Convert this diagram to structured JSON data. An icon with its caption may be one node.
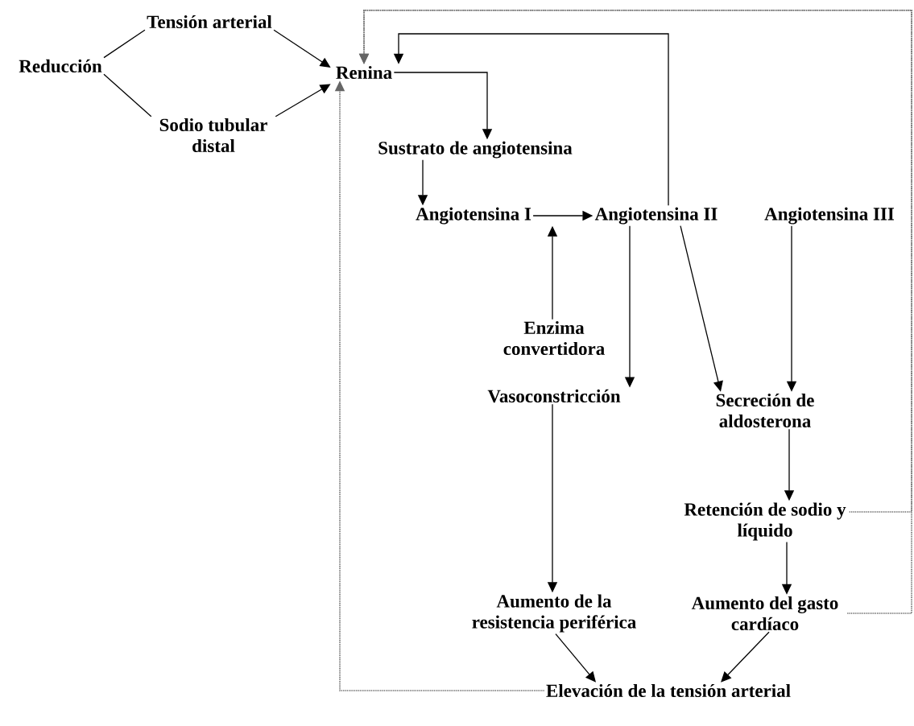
{
  "diagram": {
    "nodes": [
      {
        "text": [
          "Reducción"
        ]
      },
      {
        "text": [
          "Tensión arterial"
        ]
      },
      {
        "text": [
          "Sodio tubular distal"
        ]
      },
      {
        "text": [
          "Renina"
        ]
      },
      {
        "text": [
          "Sustrato de angiotensina"
        ]
      },
      {
        "text": [
          "Angiotensina I"
        ]
      },
      {
        "text": [
          "Angiotensina II"
        ]
      },
      {
        "text": [
          "Angiotensina III"
        ]
      },
      {
        "text": [
          "Enzima convertidora"
        ]
      },
      {
        "text": [
          "Vasoconstricción"
        ]
      },
      {
        "text": [
          "Secreción de aldosterona"
        ]
      },
      {
        "text": [
          "Retención de sodio y líquido"
        ]
      },
      {
        "text": [
          "Aumento de la resistencia periférica"
        ]
      },
      {
        "text": [
          "Aumento del gasto cardíaco"
        ]
      },
      {
        "text": [
          "Elevación de la tensión arterial"
        ]
      }
    ],
    "edges": [
      {
        "from": 0,
        "to": 1,
        "arrow": "none"
      },
      {
        "from": 0,
        "to": 2,
        "arrow": "none"
      },
      {
        "from": 1,
        "to": 3,
        "arrow": "to"
      },
      {
        "from": 2,
        "to": 3,
        "arrow": "to"
      },
      {
        "from": 3,
        "to": 4,
        "arrow": "to"
      },
      {
        "from": 4,
        "to": 5,
        "arrow": "to"
      },
      {
        "from": 5,
        "to": 6,
        "arrow": "to"
      },
      {
        "from": 8,
        "to": 5,
        "arrow": "to"
      },
      {
        "from": 6,
        "to": 9,
        "arrow": "to"
      },
      {
        "from": 6,
        "to": 10,
        "arrow": "to"
      },
      {
        "from": 7,
        "to": 10,
        "arrow": "to"
      },
      {
        "from": 10,
        "to": 11,
        "arrow": "to"
      },
      {
        "from": 11,
        "to": 13,
        "arrow": "to"
      },
      {
        "from": 9,
        "to": 12,
        "arrow": "to"
      },
      {
        "from": 12,
        "to": 14,
        "arrow": "to"
      },
      {
        "from": 13,
        "to": 14,
        "arrow": "to"
      },
      {
        "from": 6,
        "to": 3,
        "arrow": "to"
      },
      {
        "from": 11,
        "to": 3,
        "arrow": "to",
        "style": "dashed",
        "color": "#666666"
      },
      {
        "from": 13,
        "to": 3,
        "arrow": "to",
        "style": "dashed",
        "color": "#666666"
      },
      {
        "from": 14,
        "to": 3,
        "arrow": "to",
        "style": "dashed",
        "color": "#666666"
      }
    ]
  }
}
